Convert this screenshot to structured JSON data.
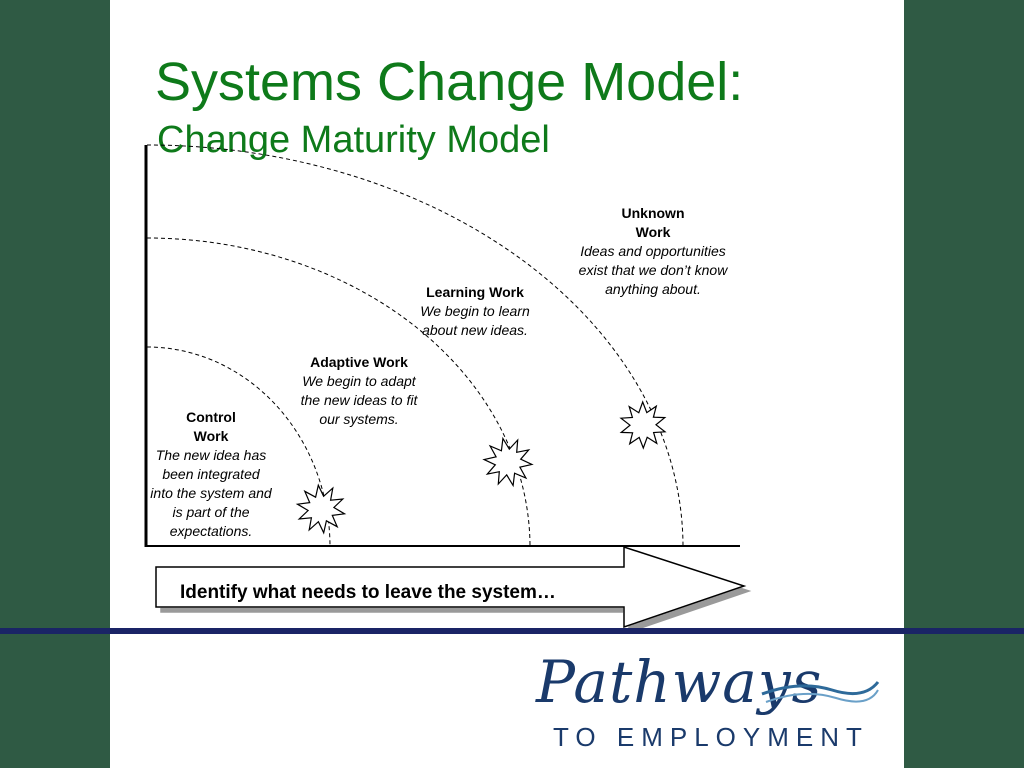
{
  "slide": {
    "title": "Systems Change Model:",
    "subtitle": "Change Maturity Model"
  },
  "stages": [
    {
      "id": "control",
      "head_line1": "Control",
      "head_line2": "Work",
      "desc": [
        "The new idea has",
        "been integrated",
        "into the system and",
        "is part of the",
        "expectations."
      ]
    },
    {
      "id": "adaptive",
      "head_line1": "Adaptive Work",
      "desc": [
        "We begin to adapt",
        "the new ideas to fit",
        "our systems."
      ]
    },
    {
      "id": "learning",
      "head_line1": "Learning Work",
      "desc": [
        "We begin to learn",
        "about new ideas."
      ]
    },
    {
      "id": "unknown",
      "head_line1": "Unknown",
      "head_line2": "Work",
      "desc": [
        "Ideas and opportunities",
        "exist that we don’t know",
        "anything about."
      ]
    }
  ],
  "arrow": {
    "label": "Identify what needs to leave the system…"
  },
  "logo": {
    "script": "Pathways",
    "sub": "TO EMPLOYMENT"
  },
  "colors": {
    "title": "#0e7a1a",
    "sidebar": "#2f5a44",
    "rule": "#1a2466",
    "logo": "#1a3a6b"
  },
  "icons": [
    "starburst-icon"
  ]
}
